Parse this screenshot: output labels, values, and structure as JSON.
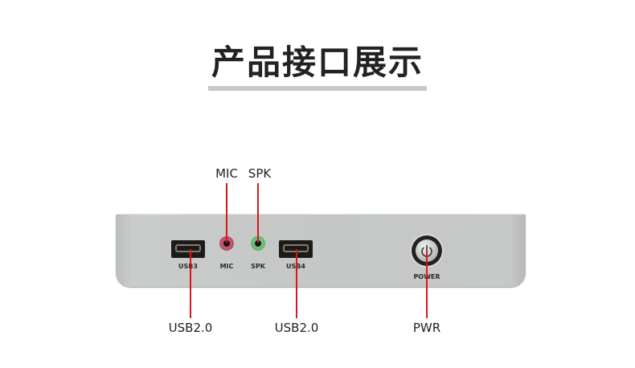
{
  "header": {
    "title": "产品接口展示"
  },
  "device": {
    "ports": [
      {
        "id": "usb3",
        "type": "usb",
        "label": "USB3"
      },
      {
        "id": "mic",
        "type": "audio",
        "label": "MIC",
        "color": "#c8506a"
      },
      {
        "id": "spk",
        "type": "audio",
        "label": "SPK",
        "color": "#5fb46a"
      },
      {
        "id": "usb4",
        "type": "usb",
        "label": "USB4"
      },
      {
        "id": "power",
        "type": "button",
        "label": "POWER"
      }
    ]
  },
  "callouts": {
    "top": [
      {
        "label": "MIC"
      },
      {
        "label": "SPK"
      }
    ],
    "bottom": [
      {
        "label": "USB2.0"
      },
      {
        "label": "USB2.0"
      },
      {
        "label": "PWR"
      }
    ]
  },
  "colors": {
    "leader_line": "#d9161c",
    "title_underline": "#c8c8c8"
  }
}
